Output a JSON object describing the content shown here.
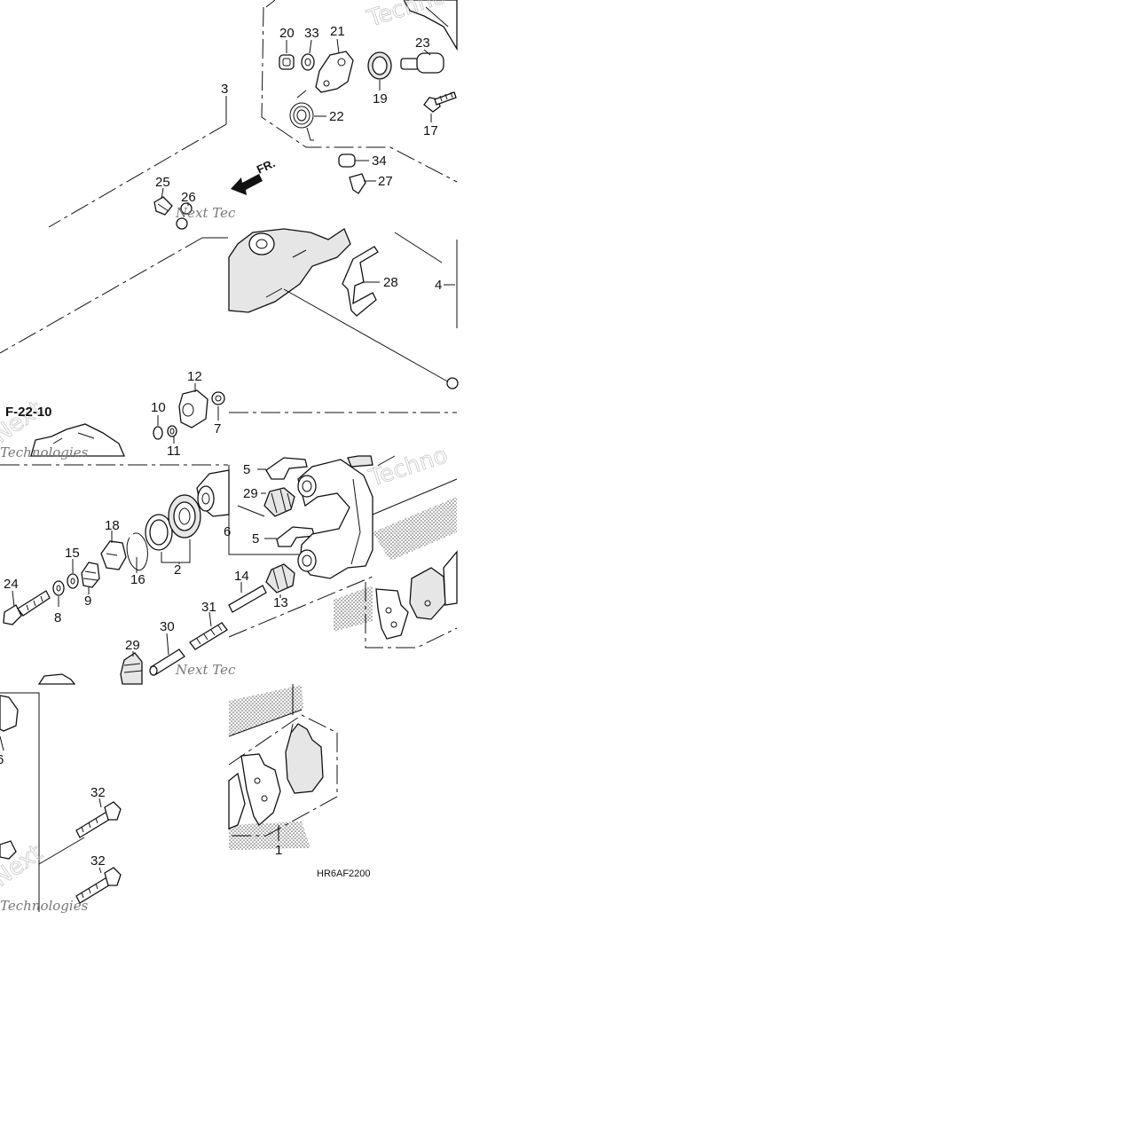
{
  "diagram": {
    "ref_label": "F-22-10",
    "code": "HR6AF2200",
    "direction_arrow": "FR.",
    "watermarks": [
      "Techno",
      "Next",
      "Tec",
      "Technologies",
      "Next Tec"
    ],
    "callouts": {
      "c1": "1",
      "c2": "2",
      "c3": "3",
      "c4": "4",
      "c5a": "5",
      "c5b": "5",
      "c6": "6",
      "c7": "7",
      "c8": "8",
      "c9": "9",
      "c10": "10",
      "c11": "11",
      "c12": "12",
      "c13": "13",
      "c14": "14",
      "c15": "15",
      "c16": "16",
      "c17": "17",
      "c18": "18",
      "c19": "19",
      "c20": "20",
      "c21": "21",
      "c22": "22",
      "c23": "23",
      "c24": "24",
      "c25": "25",
      "c26": "26",
      "c27": "27",
      "c28": "28",
      "c29a": "29",
      "c29b": "29",
      "c30": "30",
      "c31": "31",
      "c32a": "32",
      "c32b": "32",
      "c33": "33",
      "c34": "34"
    }
  }
}
